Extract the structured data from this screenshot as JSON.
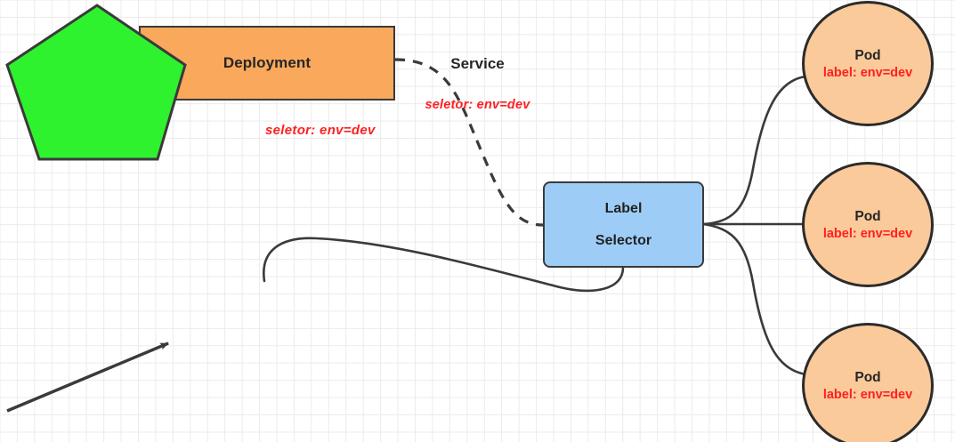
{
  "diagram": {
    "title": "Kubernetes Label Selector Diagram",
    "colors": {
      "deployment_fill": "#FAA85C",
      "label_selector_fill": "#9DCDF7",
      "service_fill": "#2EF22E",
      "pod_fill": "#FBCA9B",
      "stroke": "#3a3a3a",
      "annotation_red": "#FF2020",
      "grid_line": "#ebebeb",
      "background": "#ffffff"
    },
    "nodes": {
      "deployment": {
        "label": "Deployment",
        "shape": "rectangle"
      },
      "label_selector": {
        "line1": "Label",
        "line2": "Selector",
        "shape": "rounded-rectangle"
      },
      "service": {
        "label": "Service",
        "selector": "seletor:  env=dev",
        "shape": "pentagon"
      },
      "pods": [
        {
          "label": "Pod",
          "selector_label": "label: env=dev",
          "shape": "ellipse"
        },
        {
          "label": "Pod",
          "selector_label": "label: env=dev",
          "shape": "ellipse"
        },
        {
          "label": "Pod",
          "selector_label": "label: env=dev",
          "shape": "ellipse"
        }
      ]
    },
    "annotations": {
      "deployment_selector": "seletor:  env=dev"
    },
    "edges": [
      {
        "name": "deployment-to-label-selector",
        "style": "dashed",
        "arrow": false
      },
      {
        "name": "service-to-label-selector",
        "style": "solid",
        "arrow": false
      },
      {
        "name": "label-selector-to-pod-1",
        "style": "solid",
        "arrow": false
      },
      {
        "name": "label-selector-to-pod-2",
        "style": "solid",
        "arrow": false
      },
      {
        "name": "label-selector-to-pod-3",
        "style": "solid",
        "arrow": false
      },
      {
        "name": "incoming-traffic-to-service",
        "style": "solid",
        "arrow": true
      }
    ]
  }
}
